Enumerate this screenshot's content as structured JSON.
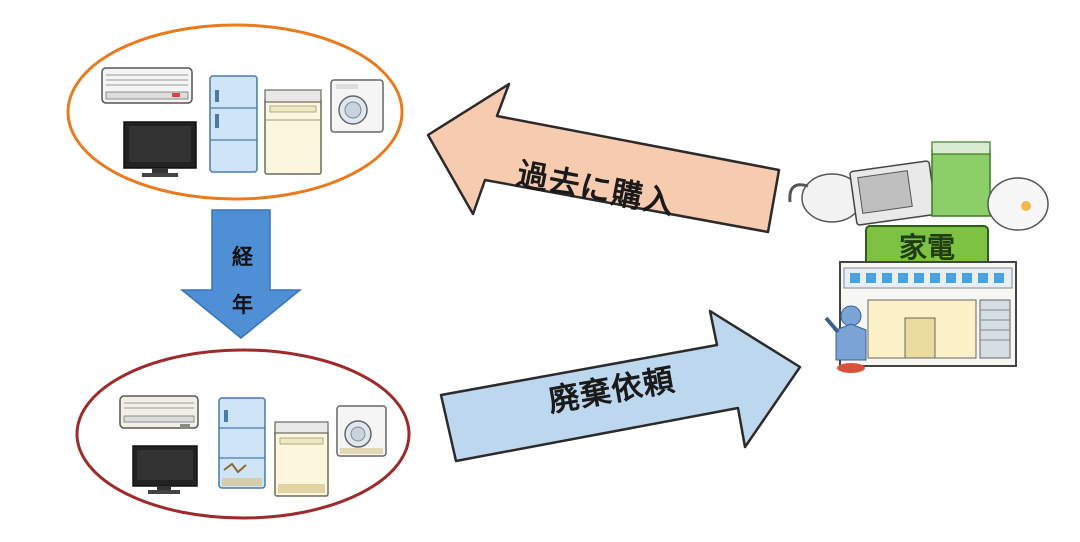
{
  "labels": {
    "purchase": "過去に購入",
    "disposal": "廃棄依頼",
    "years_char1": "経",
    "years_char2": "年",
    "store_sign": "家電"
  },
  "colors": {
    "purchase_arrow": "#f7cbb0",
    "disposal_arrow": "#bdd7ee",
    "aging_arrow": "#4f8fd6",
    "new_ellipse": "#e87b1e",
    "old_ellipse": "#9c2b2b",
    "store_sign_bg": "#7dc242"
  },
  "icons": {
    "new_group": [
      "air-conditioner-icon",
      "refrigerator-icon",
      "washing-machine-icon",
      "dryer-icon",
      "television-icon"
    ],
    "old_group": [
      "air-conditioner-icon",
      "refrigerator-icon",
      "washing-machine-icon",
      "dryer-icon",
      "television-icon"
    ],
    "store": [
      "appliance-store-icon",
      "clerk-icon",
      "kettle-icon",
      "microwave-icon",
      "rice-cooker-icon",
      "washer-icon"
    ]
  }
}
